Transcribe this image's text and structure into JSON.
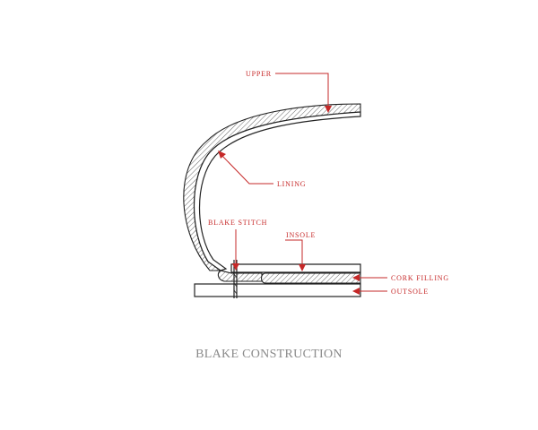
{
  "diagram": {
    "title": "BLAKE CONSTRUCTION",
    "labels": {
      "upper": "UPPER",
      "lining": "LINING",
      "blake_stitch": "BLAKE STITCH",
      "insole": "INSOLE",
      "cork_filling": "CORK FILLING",
      "outsole": "OUTSOLE"
    }
  },
  "colors": {
    "accent": "#c62828",
    "line": "#222222",
    "caption": "#8a8a8a",
    "background": "#ffffff"
  }
}
